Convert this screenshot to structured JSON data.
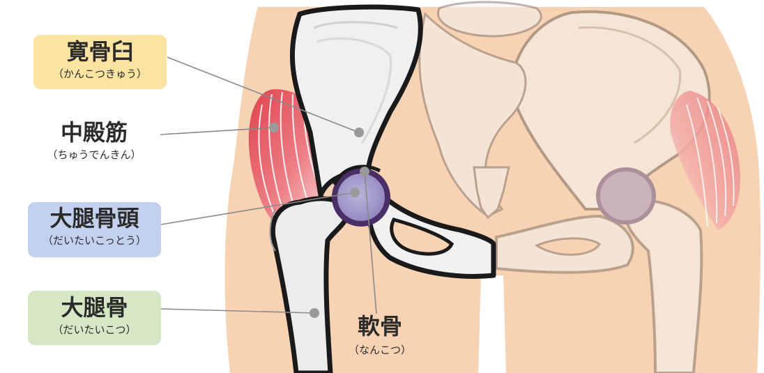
{
  "colors": {
    "skin": "#f7d3b3",
    "bone": "#f0f0f0",
    "outline": "#1a1a1a",
    "muscle": "#e4565f",
    "femoral_head": "#a99fcc",
    "acetabulum_bg": "#fbe3a2",
    "femoral_head_bg": "#c3d1ee",
    "femur_bg": "#d5e7c4",
    "leader": "#8a8a8a",
    "marker": "#9a9a9a"
  },
  "labels": {
    "acetabulum": {
      "name": "寛骨臼",
      "reading": "（かんこつきゅう）"
    },
    "gluteus_medius": {
      "name": "中殿筋",
      "reading": "（ちゅうでんきん）"
    },
    "femoral_head": {
      "name": "大腿骨頭",
      "reading": "（だいたいこっとう）"
    },
    "femur": {
      "name": "大腿骨",
      "reading": "（だいたいこつ）"
    },
    "cartilage": {
      "name": "軟骨",
      "reading": "（なんこつ）"
    }
  }
}
